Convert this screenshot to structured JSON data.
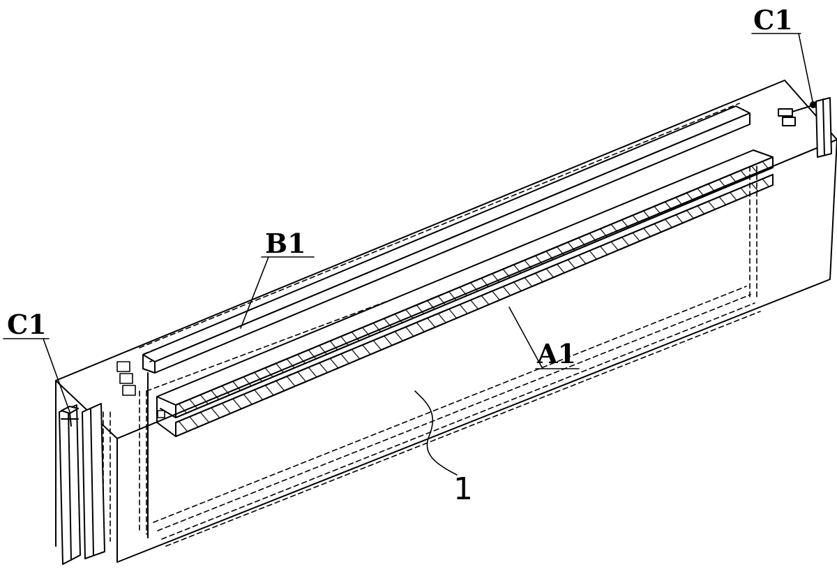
{
  "labels": {
    "c1_left": "C1",
    "c1_right": "C1",
    "b1": "B1",
    "a1": "A1",
    "part_1": "1"
  },
  "colors": {
    "line": "#000000",
    "background": "#ffffff"
  }
}
